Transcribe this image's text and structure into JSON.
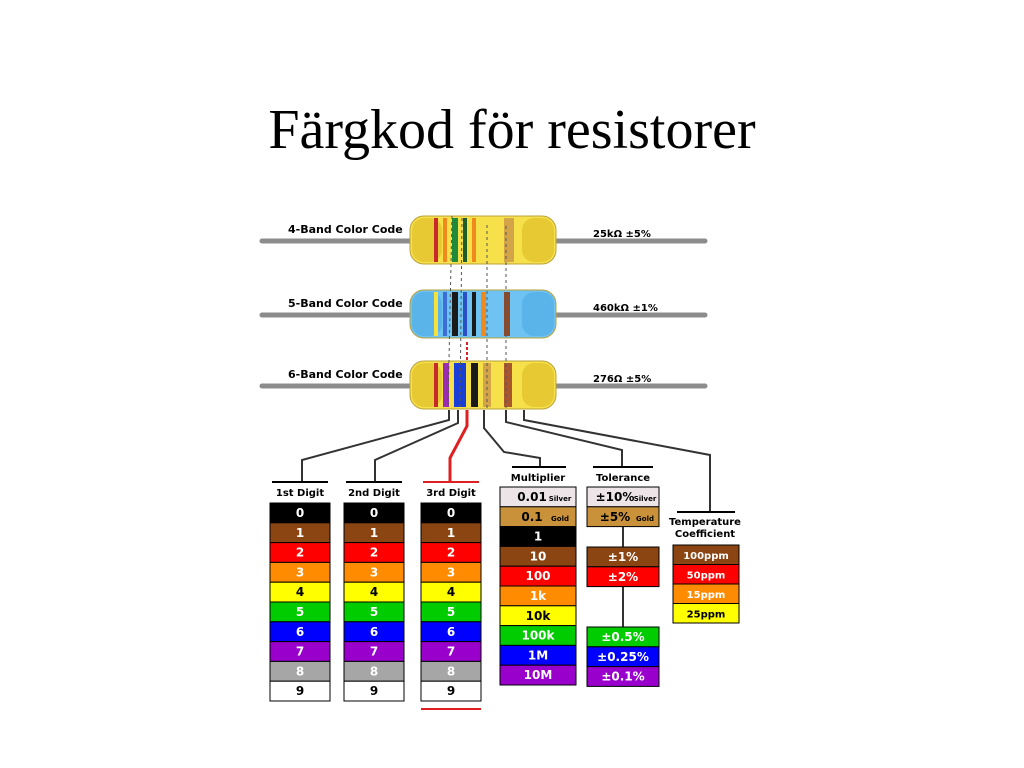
{
  "title": "Färgkod för resistorer",
  "resistors": [
    {
      "label": "4-Band Color Code",
      "value": "25kΩ  ±5%",
      "body_color": "#f7e14b",
      "end_color": "#e7c934",
      "bands": [
        {
          "c": "#c62a2a",
          "w": 4
        },
        {
          "c": "#f08a1c",
          "w": 4
        },
        {
          "c": "#1f8a3a",
          "w": 6
        },
        {
          "c": "#1e5c2a",
          "w": 4
        },
        {
          "c": "#f08a1c",
          "w": 4
        },
        {
          "c": "#d4a548",
          "w": 10
        }
      ]
    },
    {
      "label": "5-Band Color Code",
      "value": "460kΩ  ±1%",
      "body_color": "#6fc3f2",
      "end_color": "#5ab4ea",
      "bands": [
        {
          "c": "#f6e23a",
          "w": 4
        },
        {
          "c": "#3b6fd6",
          "w": 4
        },
        {
          "c": "#1a1a1a",
          "w": 6
        },
        {
          "c": "#2b4fc4",
          "w": 4
        },
        {
          "c": "#1a1a1a",
          "w": 4
        },
        {
          "c": "#f08a1c",
          "w": 5
        },
        {
          "c": "#8b4a2a",
          "w": 6
        }
      ]
    },
    {
      "label": "6-Band Color Code",
      "value": "276Ω  ±5%",
      "body_color": "#f7e14b",
      "end_color": "#e7c934",
      "bands": [
        {
          "c": "#c62a2a",
          "w": 4
        },
        {
          "c": "#9b2bb3",
          "w": 6
        },
        {
          "c": "#1a3fd8",
          "w": 12
        },
        {
          "c": "#1a1a1a",
          "w": 7
        },
        {
          "c": "#d4a548",
          "w": 8
        },
        {
          "c": "#a8562e",
          "w": 8
        }
      ]
    }
  ],
  "digit_columns": [
    {
      "header": "1st Digit"
    },
    {
      "header": "2nd Digit"
    },
    {
      "header": "3rd Digit"
    }
  ],
  "digit_rows": [
    {
      "label": "0",
      "bg": "#000000",
      "fg": "#ffffff"
    },
    {
      "label": "1",
      "bg": "#8b4513",
      "fg": "#ffffff"
    },
    {
      "label": "2",
      "bg": "#ff0000",
      "fg": "#ffffff"
    },
    {
      "label": "3",
      "bg": "#ff8c00",
      "fg": "#ffffff"
    },
    {
      "label": "4",
      "bg": "#ffff00",
      "fg": "#000000"
    },
    {
      "label": "5",
      "bg": "#00cc00",
      "fg": "#ffffff"
    },
    {
      "label": "6",
      "bg": "#0000ff",
      "fg": "#ffffff"
    },
    {
      "label": "7",
      "bg": "#9900cc",
      "fg": "#ffffff"
    },
    {
      "label": "8",
      "bg": "#a6a6a6",
      "fg": "#ffffff"
    },
    {
      "label": "9",
      "bg": "#ffffff",
      "fg": "#000000"
    }
  ],
  "multiplier": {
    "header": "Multiplier",
    "rows": [
      {
        "label": "0.01",
        "sub": "Silver",
        "bg": "#ede4e8",
        "fg": "#000000"
      },
      {
        "label": "0.1",
        "sub": "Gold",
        "bg": "#c9923a",
        "fg": "#000000"
      },
      {
        "label": "1",
        "bg": "#000000",
        "fg": "#ffffff"
      },
      {
        "label": "10",
        "bg": "#8b4513",
        "fg": "#ffffff"
      },
      {
        "label": "100",
        "bg": "#ff0000",
        "fg": "#ffffff"
      },
      {
        "label": "1k",
        "bg": "#ff8c00",
        "fg": "#ffffff"
      },
      {
        "label": "10k",
        "bg": "#ffff00",
        "fg": "#000000"
      },
      {
        "label": "100k",
        "bg": "#00cc00",
        "fg": "#ffffff"
      },
      {
        "label": "1M",
        "bg": "#0000ff",
        "fg": "#ffffff"
      },
      {
        "label": "10M",
        "bg": "#9900cc",
        "fg": "#ffffff"
      }
    ]
  },
  "tolerance": {
    "header": "Tolerance",
    "top_rows": [
      {
        "label": "±10%",
        "sub": "Silver",
        "bg": "#ede4e8",
        "fg": "#000000"
      },
      {
        "label": "±5%",
        "sub": "Gold",
        "bg": "#c9923a",
        "fg": "#000000"
      }
    ],
    "mid_rows": [
      {
        "label": "±1%",
        "bg": "#8b4513",
        "fg": "#ffffff"
      },
      {
        "label": "±2%",
        "bg": "#ff0000",
        "fg": "#ffffff"
      }
    ],
    "bottom_rows": [
      {
        "label": "±0.5%",
        "bg": "#00cc00",
        "fg": "#ffffff"
      },
      {
        "label": "±0.25%",
        "bg": "#0000ff",
        "fg": "#ffffff"
      },
      {
        "label": "±0.1%",
        "bg": "#9900cc",
        "fg": "#ffffff"
      }
    ]
  },
  "temp_coefficient": {
    "header_line1": "Temperature",
    "header_line2": "Coefficient",
    "rows": [
      {
        "label": "100ppm",
        "bg": "#8b4513",
        "fg": "#ffffff"
      },
      {
        "label": "50ppm",
        "bg": "#ff0000",
        "fg": "#ffffff"
      },
      {
        "label": "15ppm",
        "bg": "#ff8c00",
        "fg": "#ffffff"
      },
      {
        "label": "25ppm",
        "bg": "#ffff00",
        "fg": "#000000"
      }
    ]
  },
  "colors": {
    "connector_line": "#333333",
    "highlight_line": "#e02020",
    "lead_wire": "#8c8c8c"
  }
}
